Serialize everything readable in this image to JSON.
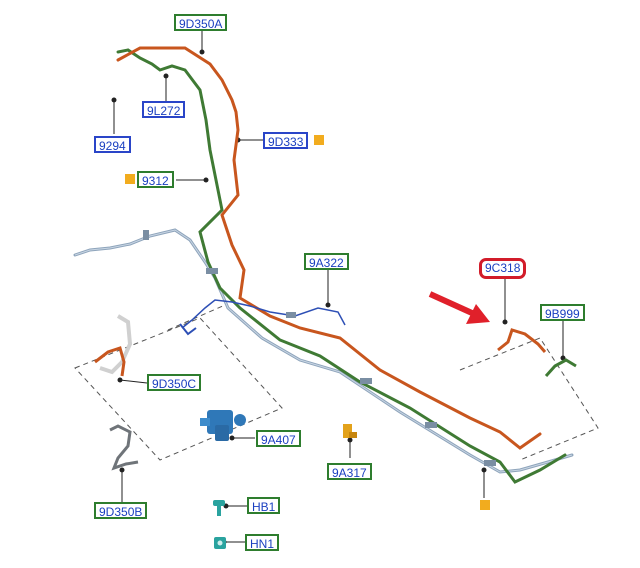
{
  "diagram": {
    "labels": {
      "9D350A": "9D350A",
      "9L272": "9L272",
      "9294": "9294",
      "9D333": "9D333",
      "9312": "9312",
      "9A322": "9A322",
      "9C318": "9C318",
      "9B999": "9B999",
      "9D350C": "9D350C",
      "9A407": "9A407",
      "9A317": "9A317",
      "9D350B": "9D350B",
      "HB1": "HB1",
      "HN1": "HN1"
    },
    "highlighted_part": "9C318",
    "colors": {
      "orange_line": "#c8561e",
      "green_line": "#3f7a34",
      "steel_line": "#8ea4bb",
      "blue_line": "#2d4fb5",
      "label_green": "#2e7d2e",
      "label_blue": "#2a45c8",
      "highlight_red": "#d21c2a",
      "marker_orange": "#f2ac1e",
      "arrow_red": "#e0202a"
    }
  }
}
